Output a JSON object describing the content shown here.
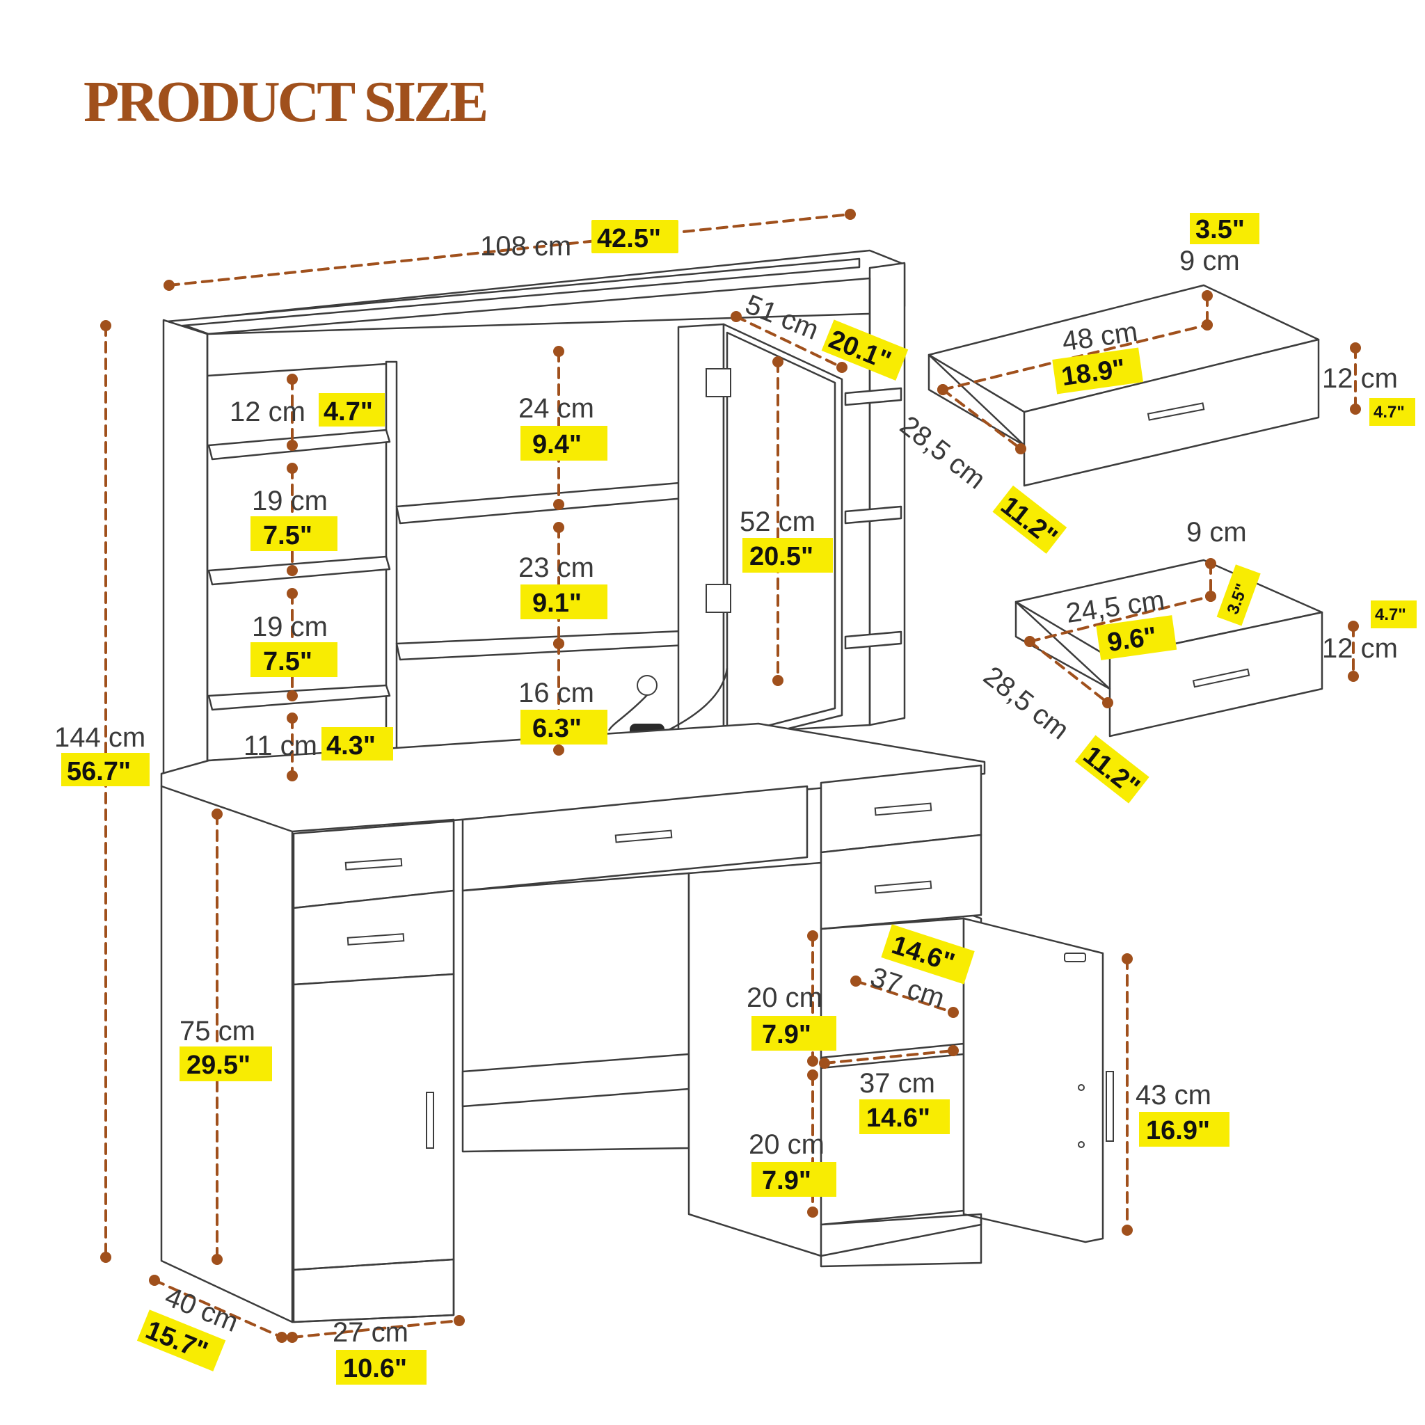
{
  "title": "PRODUCT SIZE",
  "accent_color": "#a0501c",
  "highlight_color": "#f8ec02",
  "line_color": "#3c3c3c",
  "desk": {
    "width": {
      "cm": "108 cm",
      "inch": "42.5\""
    },
    "height": {
      "cm": "144 cm",
      "inch": "56.7\""
    },
    "depth": {
      "cm": "40 cm",
      "inch": "15.7\""
    },
    "desk_height": {
      "cm": "75 cm",
      "inch": "29.5\""
    },
    "cabinet_width": {
      "cm": "27 cm",
      "inch": "10.6\""
    },
    "mirror_width": {
      "cm": "51 cm",
      "inch": "20.1\""
    },
    "mirror_height": {
      "cm": "52 cm",
      "inch": "20.5\""
    },
    "left_shelf_1": {
      "cm": "12 cm",
      "inch": "4.7\""
    },
    "left_shelf_2": {
      "cm": "19 cm",
      "inch": "7.5\""
    },
    "left_shelf_3": {
      "cm": "19 cm",
      "inch": "7.5\""
    },
    "left_shelf_4": {
      "cm": "11 cm",
      "inch": "4.3\""
    },
    "center_shelf_1": {
      "cm": "24 cm",
      "inch": "9.4\""
    },
    "center_shelf_2": {
      "cm": "23 cm",
      "inch": "9.1\""
    },
    "center_shelf_3": {
      "cm": "16 cm",
      "inch": "6.3\""
    },
    "cabinet_depth_top": {
      "cm": "37 cm",
      "inch": "14.6\""
    },
    "cabinet_depth_bottom": {
      "cm": "37 cm",
      "inch": "14.6\""
    },
    "cabinet_upper_height": {
      "cm": "20 cm",
      "inch": "7.9\""
    },
    "cabinet_lower_height": {
      "cm": "20 cm",
      "inch": "7.9\""
    },
    "door_height": {
      "cm": "43 cm",
      "inch": "16.9\""
    }
  },
  "drawer_large": {
    "width": {
      "cm": "48 cm",
      "inch": "18.9\""
    },
    "depth": {
      "cm": "28,5 cm",
      "inch": "11.2\""
    },
    "height": {
      "cm": "12 cm",
      "inch": "4.7\""
    },
    "inner_height": {
      "cm": "9 cm",
      "inch": "3.5\""
    }
  },
  "drawer_small": {
    "width": {
      "cm": "24,5 cm",
      "inch": "9.6\""
    },
    "depth": {
      "cm": "28,5 cm",
      "inch": "11.2\""
    },
    "height": {
      "cm": "12 cm",
      "inch": "4.7\""
    },
    "inner_height": {
      "cm": "9 cm",
      "inch": "3.5\""
    }
  }
}
